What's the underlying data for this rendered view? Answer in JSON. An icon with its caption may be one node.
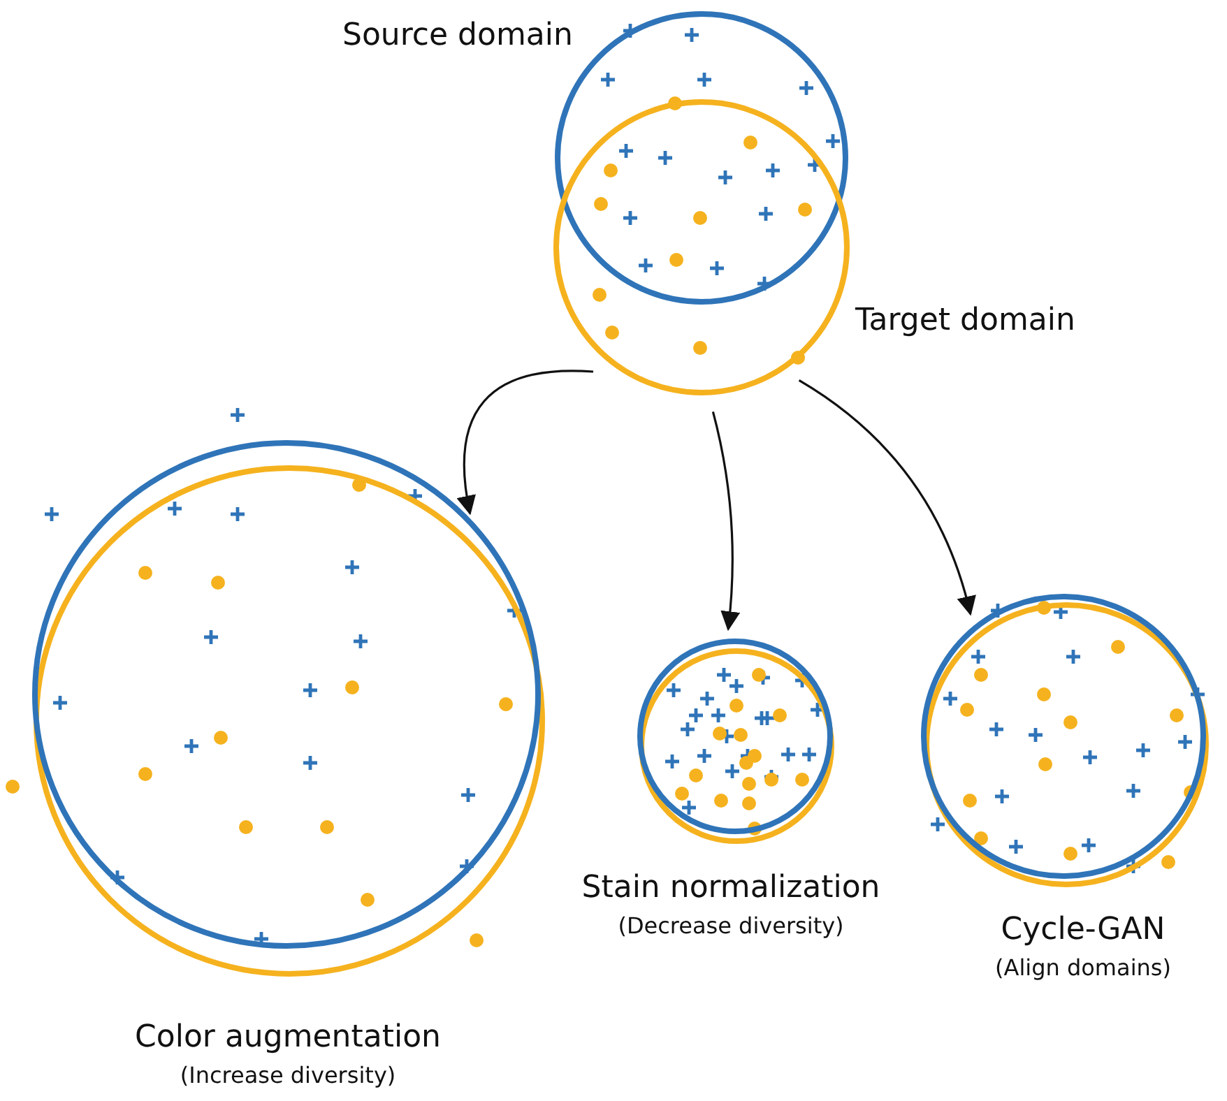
{
  "diagram": {
    "nodes": [
      {
        "text": [
          "Source domain"
        ]
      },
      {
        "text": [
          "Target domain"
        ]
      },
      {
        "text": [
          "Color augmentation",
          "(Increase diversity)"
        ]
      },
      {
        "text": [
          "Stain normalization",
          "(Decrease diversity)"
        ]
      },
      {
        "text": [
          "Cycle-GAN",
          "(Align domains)"
        ]
      }
    ],
    "edges": [
      {
        "from": 1,
        "to": 2,
        "arrow": "to"
      },
      {
        "from": 1,
        "to": 3,
        "arrow": "to"
      },
      {
        "from": 1,
        "to": 4,
        "arrow": "to"
      }
    ]
  }
}
